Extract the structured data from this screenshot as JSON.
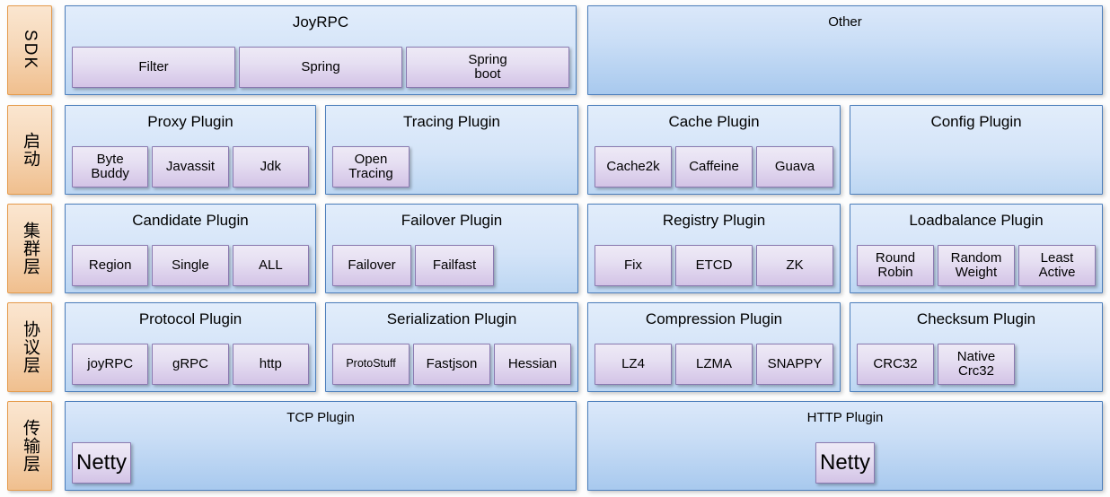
{
  "diagram": {
    "title": "JoyRPC layered plugin architecture",
    "colors": {
      "layer_label_fill": "#f6d8b9",
      "layer_label_border": "#e59a4a",
      "panel_fill": "#d4e4f8",
      "panel_border": "#4a7dbb",
      "chip_fill": "#e1d8ef",
      "chip_border": "#8a79b0",
      "background": "#ffffff"
    }
  },
  "layers": [
    {
      "label": "SDK",
      "label_script": "latin",
      "panels": [
        {
          "title": "JoyRPC",
          "style": "light",
          "align": "left",
          "chips": [
            {
              "text": "Filter"
            },
            {
              "text": "Spring"
            },
            {
              "text": "Spring\nboot"
            }
          ]
        },
        {
          "title": "Other",
          "style": "strong",
          "align": "left",
          "chips": []
        }
      ]
    },
    {
      "label": "启动",
      "label_script": "cjk",
      "panels": [
        {
          "title": "Proxy Plugin",
          "style": "light",
          "align": "left",
          "chips": [
            {
              "text": "Byte\nBuddy"
            },
            {
              "text": "Javassit"
            },
            {
              "text": "Jdk"
            }
          ]
        },
        {
          "title": "Tracing Plugin",
          "style": "light",
          "align": "left",
          "chips": [
            {
              "text": "Open\nTracing"
            }
          ]
        },
        {
          "title": "Cache Plugin",
          "style": "light",
          "align": "left",
          "chips": [
            {
              "text": "Cache2k"
            },
            {
              "text": "Caffeine"
            },
            {
              "text": "Guava"
            }
          ]
        },
        {
          "title": "Config Plugin",
          "style": "light",
          "align": "left",
          "chips": []
        }
      ]
    },
    {
      "label": "集群层",
      "label_script": "cjk",
      "panels": [
        {
          "title": "Candidate Plugin",
          "style": "light",
          "align": "left",
          "chips": [
            {
              "text": "Region"
            },
            {
              "text": "Single"
            },
            {
              "text": "ALL"
            }
          ]
        },
        {
          "title": "Failover Plugin",
          "style": "light",
          "align": "left",
          "chips": [
            {
              "text": "Failover"
            },
            {
              "text": "Failfast"
            }
          ]
        },
        {
          "title": "Registry Plugin",
          "style": "light",
          "align": "left",
          "chips": [
            {
              "text": "Fix"
            },
            {
              "text": "ETCD"
            },
            {
              "text": "ZK"
            }
          ]
        },
        {
          "title": "Loadbalance Plugin",
          "style": "light",
          "align": "left",
          "chips": [
            {
              "text": "Round\nRobin"
            },
            {
              "text": "Random\nWeight"
            },
            {
              "text": "Least\nActive"
            }
          ]
        }
      ]
    },
    {
      "label": "协议层",
      "label_script": "cjk",
      "panels": [
        {
          "title": "Protocol Plugin",
          "style": "light",
          "align": "left",
          "chips": [
            {
              "text": "joyRPC"
            },
            {
              "text": "gRPC"
            },
            {
              "text": "http"
            }
          ]
        },
        {
          "title": "Serialization Plugin",
          "style": "light",
          "align": "left",
          "chips": [
            {
              "text": "ProtoStuff",
              "size": "tiny"
            },
            {
              "text": "Fastjson"
            },
            {
              "text": "Hessian"
            }
          ]
        },
        {
          "title": "Compression Plugin",
          "style": "light",
          "align": "left",
          "chips": [
            {
              "text": "LZ4"
            },
            {
              "text": "LZMA"
            },
            {
              "text": "SNAPPY"
            }
          ]
        },
        {
          "title": "Checksum Plugin",
          "style": "light",
          "align": "left",
          "chips": [
            {
              "text": "CRC32"
            },
            {
              "text": "Native\nCrc32"
            }
          ]
        }
      ]
    },
    {
      "label": "传输层",
      "label_script": "cjk",
      "panels": [
        {
          "title": "TCP Plugin",
          "style": "strong",
          "align": "left",
          "chips": [
            {
              "text": "Netty",
              "size": "big"
            }
          ]
        },
        {
          "title": "HTTP Plugin",
          "style": "strong",
          "align": "center",
          "chips": [
            {
              "text": "Netty",
              "size": "big"
            }
          ]
        }
      ]
    }
  ]
}
